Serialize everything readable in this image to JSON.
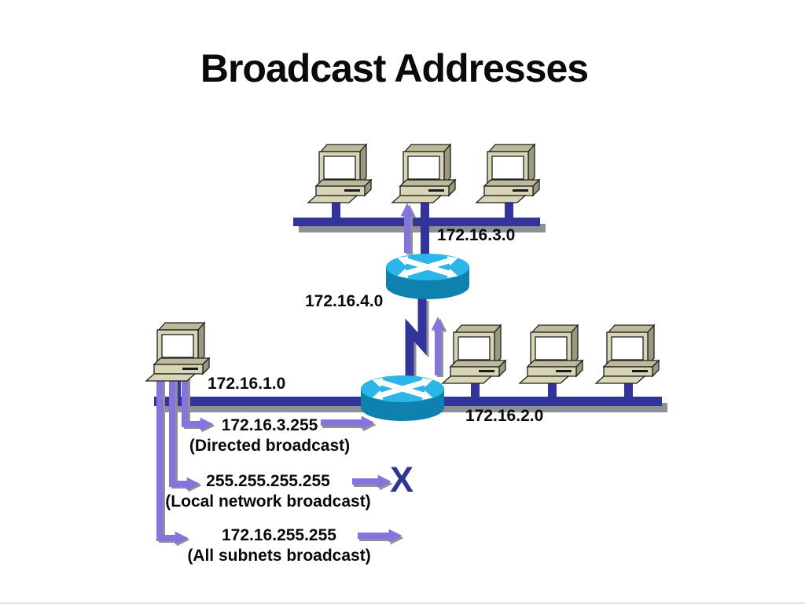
{
  "slide": {
    "title": "Broadcast Addresses"
  },
  "networks": {
    "net1": "172.16.1.0",
    "net2": "172.16.2.0",
    "net3": "172.16.3.0",
    "net4": "172.16.4.0"
  },
  "broadcasts": [
    {
      "address": "172.16.3.255",
      "label": "(Directed broadcast)"
    },
    {
      "address": "255.255.255.255",
      "label": "(Local network broadcast)"
    },
    {
      "address": "172.16.255.255",
      "label": "(All subnets broadcast)"
    }
  ],
  "blocked_mark": "X",
  "icons": {
    "router": "router-icon",
    "computer": "desktop-computer-icon",
    "broadcast_arrow": "purple-arrow-icon",
    "blocked": "x-mark-icon"
  },
  "colors": {
    "navy": "#32349B",
    "purple": "#8673DE",
    "shadow": "#8F8F97",
    "router-top": "#2BB5E9",
    "router-body": "#0F81AE",
    "pc-light": "#D8D5B6",
    "pc-mid": "#BDBA9C",
    "pc-dark": "#9B9880",
    "ink": "#0A0A0A",
    "x-mark": "#2B3793"
  }
}
